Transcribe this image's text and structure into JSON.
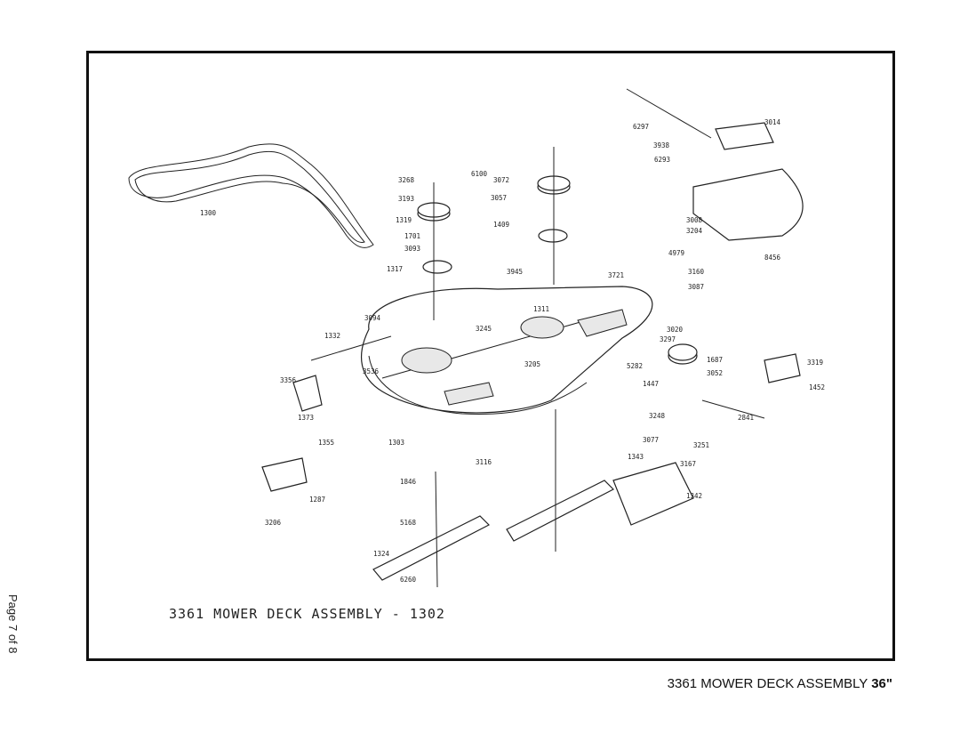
{
  "page_label": "Page 7 of 8",
  "footer_caption": {
    "main": "3361 MOWER DECK ASSEMBLY",
    "bold": "36\""
  },
  "diagram_title": "3361 MOWER DECK ASSEMBLY - 1302",
  "part_labels": [
    "1300",
    "3268",
    "3193",
    "1319",
    "1701",
    "3093",
    "1317",
    "6100",
    "3072",
    "3057",
    "1409",
    "3094",
    "3945",
    "3536",
    "1311",
    "3245",
    "1332",
    "3356",
    "1373",
    "1303",
    "3116",
    "3205",
    "1355",
    "1287",
    "3206",
    "1846",
    "5168",
    "1324",
    "6260",
    "4979",
    "3721",
    "3160",
    "3087",
    "3008",
    "3204",
    "8456",
    "6297",
    "3938",
    "6293",
    "3014",
    "3020",
    "3297",
    "1687",
    "3052",
    "5282",
    "1447",
    "3248",
    "3077",
    "3251",
    "2841",
    "3319",
    "1452",
    "1343",
    "3167",
    "1342"
  ]
}
